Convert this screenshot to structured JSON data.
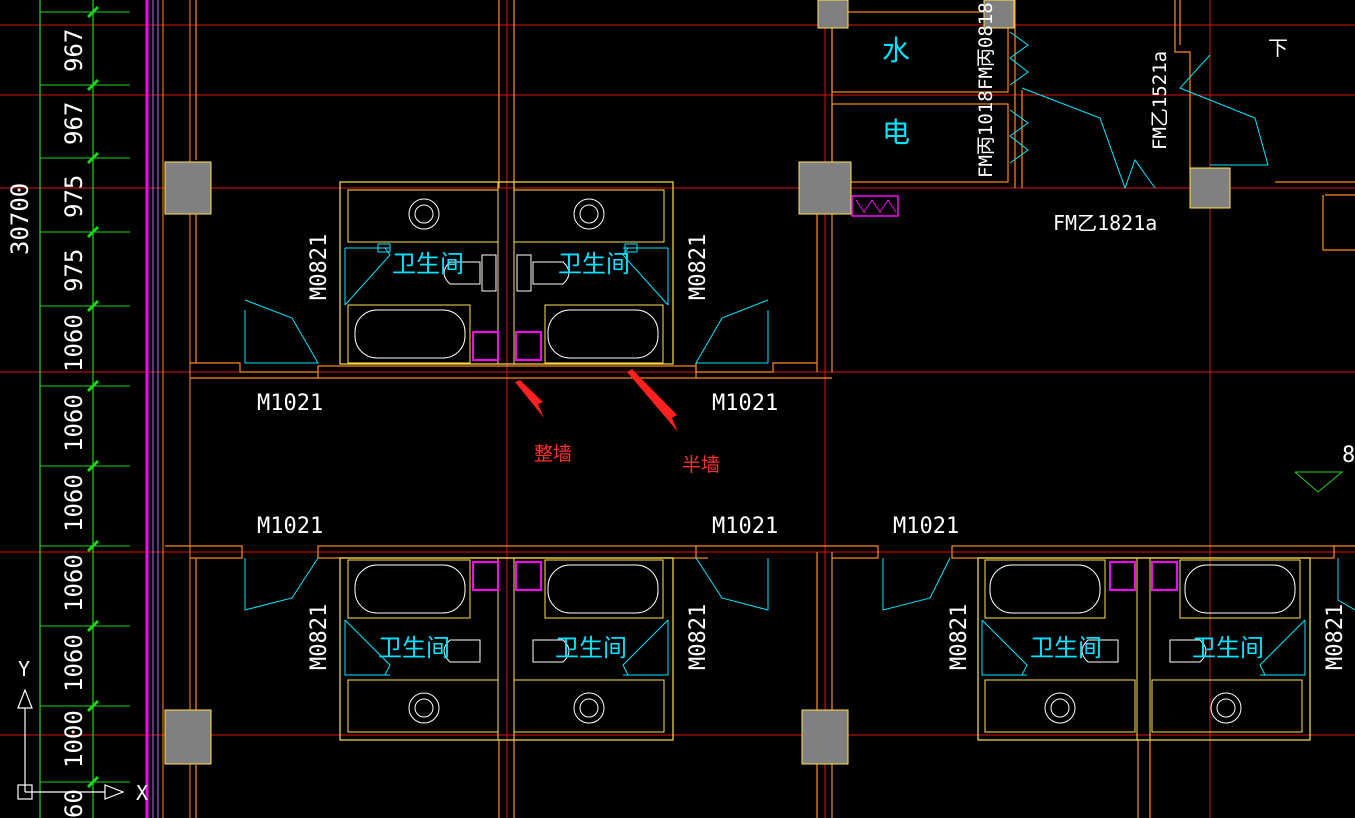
{
  "colors": {
    "background": "#000000",
    "axis": "#e01010",
    "wall": "#ff8c1a",
    "fixture": "#ffe24a",
    "door": "#00e5ff",
    "column": "#808080",
    "dimension": "#1fd41f",
    "magenta": "#ff00ff",
    "annotation": "#ff2020",
    "text": "#ffffff"
  },
  "dimensions": {
    "total": "30700",
    "segments": [
      "967",
      "967",
      "975",
      "975",
      "1060",
      "1060",
      "1060",
      "1060",
      "1060",
      "1000",
      "60"
    ]
  },
  "door_labels": {
    "m1021": "M1021",
    "m0821": "M0821",
    "fm_bing_0818": "FM丙0818",
    "fm_bing_1018": "FM丙1018",
    "fm_jia_1521a": "FM乙1521a",
    "fm_jia_1821a": "FM乙1821a"
  },
  "room_labels": {
    "bathroom": "卫生间",
    "water": "水",
    "electric": "电",
    "down": "下",
    "partial": "8"
  },
  "annotations": {
    "full_wall": "整墙",
    "half_wall": "半墙"
  },
  "axes_icon": {
    "y": "Y",
    "x": "X"
  }
}
